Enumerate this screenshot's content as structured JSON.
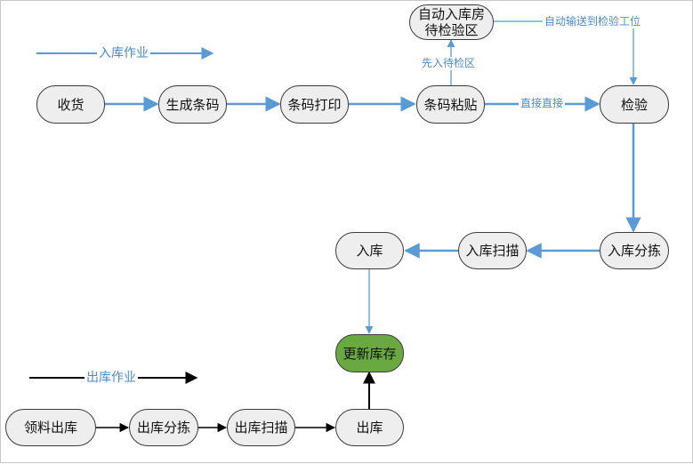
{
  "legend": {
    "inbound": "入库作业",
    "outbound": "出库作业"
  },
  "nodes": {
    "shouhuo": "收货",
    "shengcheng": "生成条码",
    "dayin": "条码打印",
    "zhantie": "条码粘贴",
    "zidong": "自动入库房\n待检验区",
    "jianyan": "检验",
    "fenjian_in": "入库分拣",
    "saomiao_in": "入库扫描",
    "ruku": "入库",
    "gengxin": "更新库存",
    "lingliao": "领料出库",
    "fenjian_out": "出库分拣",
    "saomiao_out": "出库扫描",
    "chuku": "出库"
  },
  "edge_labels": {
    "xianru": "先入待检区",
    "zhijie": "直接直接",
    "zidongshusong": "自动输送到检验工位"
  },
  "colors": {
    "inbound_line": "#5b9bd5",
    "outbound_line": "#000000",
    "node_fill": "#eeeeee",
    "stock_fill": "#6aa842"
  }
}
